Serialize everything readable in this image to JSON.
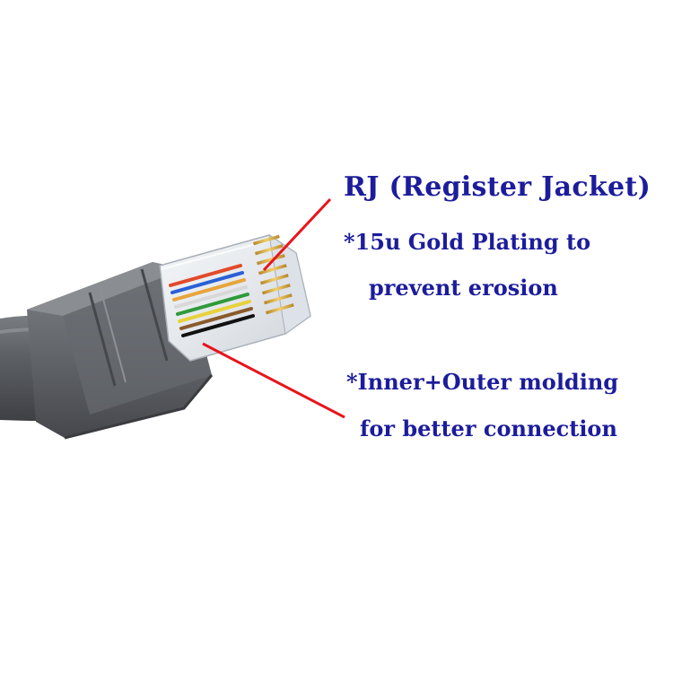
{
  "annotation": {
    "title": "RJ (Register  Jacket)",
    "feature_1_line_1": "*15u Gold Plating to",
    "feature_1_line_2": "prevent erosion",
    "feature_2_line_1": "*Inner+Outer molding",
    "feature_2_line_2": "for better connection"
  },
  "colors": {
    "label_text": "#1c1c9c",
    "pointer_line": "#e8141c",
    "cable_jacket": "#5e6166",
    "boot": "#6a6d72",
    "contacts": "#d4a83a"
  },
  "icons": {
    "connector": "rj45-connector-photo"
  }
}
